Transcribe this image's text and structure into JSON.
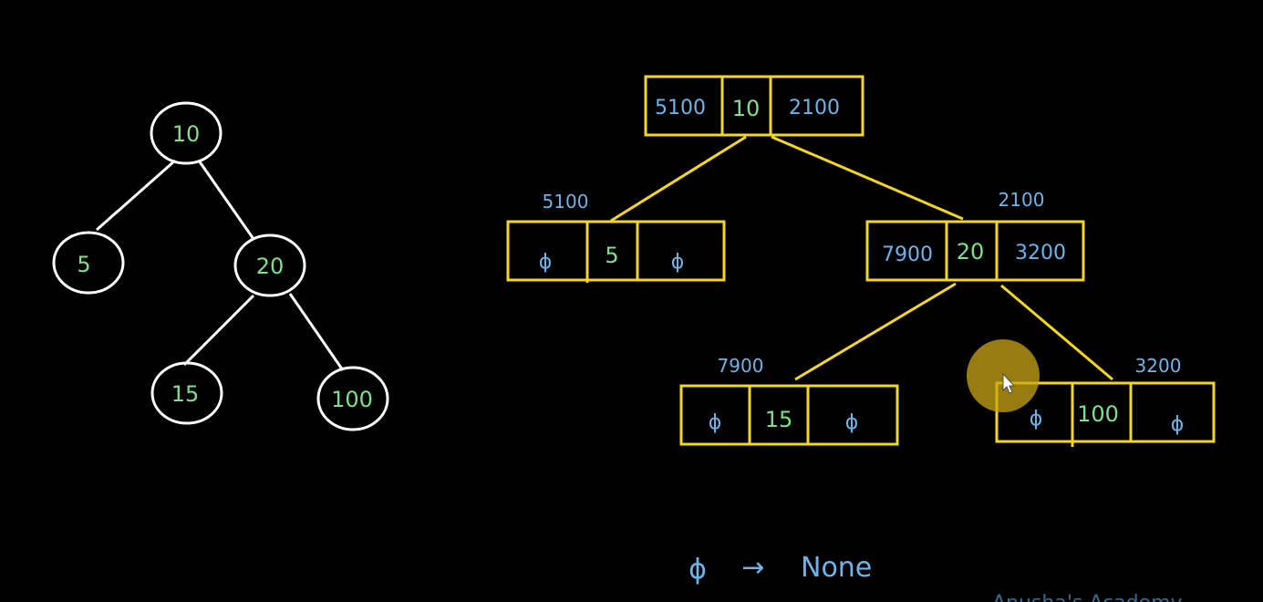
{
  "tree": {
    "root": "10",
    "left": "5",
    "right": "20",
    "right_left": "15",
    "right_right": "100"
  },
  "memory": {
    "root_node": {
      "left": "5100",
      "value": "10",
      "right": "2100"
    },
    "node_5": {
      "address": "5100",
      "left": "ϕ",
      "value": "5",
      "right": "ϕ"
    },
    "node_20": {
      "address": "2100",
      "left": "7900",
      "value": "20",
      "right": "3200"
    },
    "node_15": {
      "address": "7900",
      "left": "ϕ",
      "value": "15",
      "right": "ϕ"
    },
    "node_100": {
      "address": "3200",
      "left": "ϕ",
      "value": "100",
      "right": "ϕ"
    }
  },
  "legend": {
    "symbol": "ϕ",
    "arrow": "→",
    "meaning": "None"
  },
  "watermark": "Anusha's Academy",
  "colors": {
    "background": "#000000",
    "tree_outline": "#ffffff",
    "tree_text": "#7ee08a",
    "box_outline": "#f5d622",
    "pointer_text": "#6fb3e8"
  }
}
